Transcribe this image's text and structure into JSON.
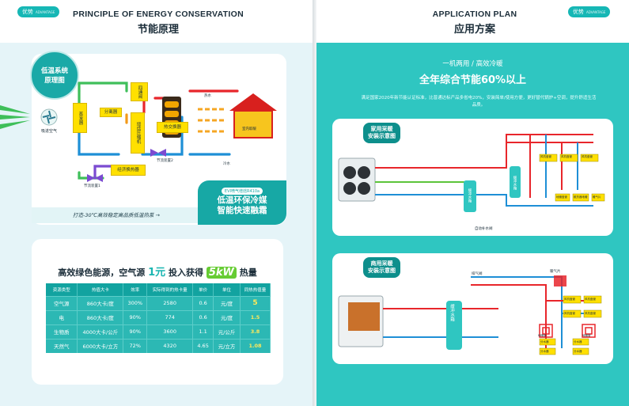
{
  "left_page": {
    "pill": {
      "label": "优势",
      "sub": "ADVANTAGE"
    },
    "heading_en": "PRINCIPLE OF ENERGY CONSERVATION",
    "heading_zh": "节能原理",
    "diagram": {
      "badge": [
        "低温系统",
        "原理图"
      ],
      "air_label": "吸进空气",
      "evaporator": "蒸发器",
      "four_way_valve": "四通阀",
      "separator": "分离器",
      "compressor": "增焓压缩机",
      "heat_exchanger": "热交换器",
      "economizer": "经济换热器",
      "throttle1": "节流装置1",
      "throttle2": "节流装置2",
      "hot_water": "热水",
      "cold_water": "冷水",
      "room": "室内取暖",
      "strap": "打造-30℃高效稳定高品质低温热泵  →",
      "promo_tag": "EVI喷气增焓R410a",
      "promo_lines": [
        "低温环保冷媒",
        "智能快速融霜"
      ]
    },
    "table": {
      "title_parts": [
        "高效绿色能源，空气源 ",
        "1元",
        " 投入获得 ",
        "5kW",
        " 热量"
      ],
      "headers": [
        "资源类型",
        "热值大卡",
        "效率",
        "实际得到的热卡量",
        "单价",
        "单位",
        "同热热值量"
      ],
      "rows": [
        [
          "空气源",
          "860大卡/度",
          "300%",
          "2580",
          "0.6",
          "元/度",
          "5"
        ],
        [
          "电",
          "860大卡/度",
          "90%",
          "774",
          "0.6",
          "元/度",
          "1.5"
        ],
        [
          "生物质",
          "4000大卡/公斤",
          "90%",
          "3600",
          "1.1",
          "元/公斤",
          "3.8"
        ],
        [
          "天然气",
          "6000大卡/立方",
          "72%",
          "4320",
          "4.65",
          "元/立方",
          "1.08"
        ]
      ]
    }
  },
  "right_page": {
    "pill": {
      "label": "优势",
      "sub": "ADVANTAGE"
    },
    "heading_en": "APPLICATION PLAN",
    "heading_zh": "应用方案",
    "subtitle1": "一机两用 / 高效冷暖",
    "subtitle2": "全年综合节能60%以上",
    "description": "满足国家2020年新节能认证标准，比普通达标产品多省电20%，安装简单/使用方便，更好替代锅炉+空调，提升舒适生活品质。",
    "home": {
      "tag": [
        "家用采暖",
        "安装示意图"
      ],
      "tank": "缓冲水箱",
      "buffer": "缓冲水箱",
      "refill": "自动补水阀",
      "rooms": [
        "风机盘管",
        "风机盘管",
        "风机盘管"
      ],
      "radiators": [
        "地暖盘管",
        "散热器地暖",
        "暖气片"
      ]
    },
    "commercial": {
      "tag": [
        "商用采暖",
        "安装示意图"
      ],
      "tank": "缓冲水箱",
      "radiator_label": "暖气片",
      "exhaust": "排气阀",
      "fans": [
        "风机盘管",
        "风机盘管",
        "风机盘管",
        "风机盘管"
      ],
      "floors": [
        "地暖管",
        "地暖管"
      ],
      "manifolds": [
        "分水器",
        "分水器",
        "分水器",
        "分水器"
      ]
    },
    "colors": {
      "teal": "#2fc6c1",
      "hot": "#e8262b",
      "cold": "#1e8fd6",
      "green": "#5cc43a"
    }
  }
}
